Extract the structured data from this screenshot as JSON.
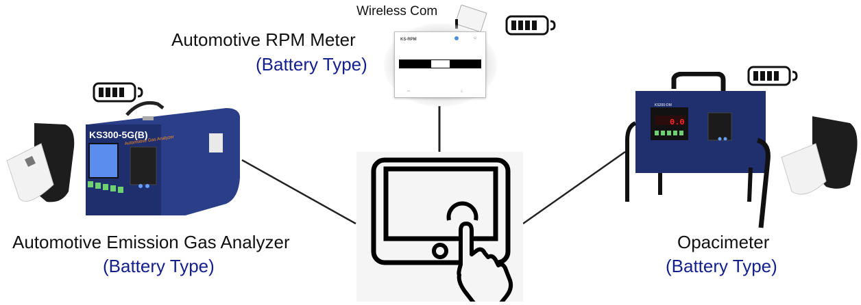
{
  "diagram": {
    "hub": {
      "name": "Tablet",
      "icon": "tablet-touch-icon"
    },
    "wireless_label": "Wireless Com",
    "devices": [
      {
        "id": "rpm-meter",
        "title": "Automotive RPM Meter",
        "subtitle": "(Battery Type)",
        "model_label": "KS-RPM",
        "battery_level": 0.8,
        "icon": "rpm-meter-device"
      },
      {
        "id": "gas-analyzer",
        "title": "Automotive Emission Gas Analyzer",
        "subtitle": "(Battery Type)",
        "model_label": "KS300-5G(B)",
        "panel_text": "Automotive Gas Analyzer",
        "battery_level": 0.8,
        "accessory": "portable-printer",
        "icon": "gas-analyzer-device"
      },
      {
        "id": "opacimeter",
        "title": "Opacimeter",
        "subtitle": "(Battery Type)",
        "model_label": "KS200-OM",
        "display_value": "0.0",
        "battery_level": 0.8,
        "accessory": "portable-printer",
        "icon": "opacimeter-device"
      }
    ],
    "colors": {
      "title": "#111111",
      "subtitle": "#14208c",
      "connector": "#222222",
      "device_blue": "#2a3f86",
      "hub_bg": "#f5f5f5"
    }
  }
}
